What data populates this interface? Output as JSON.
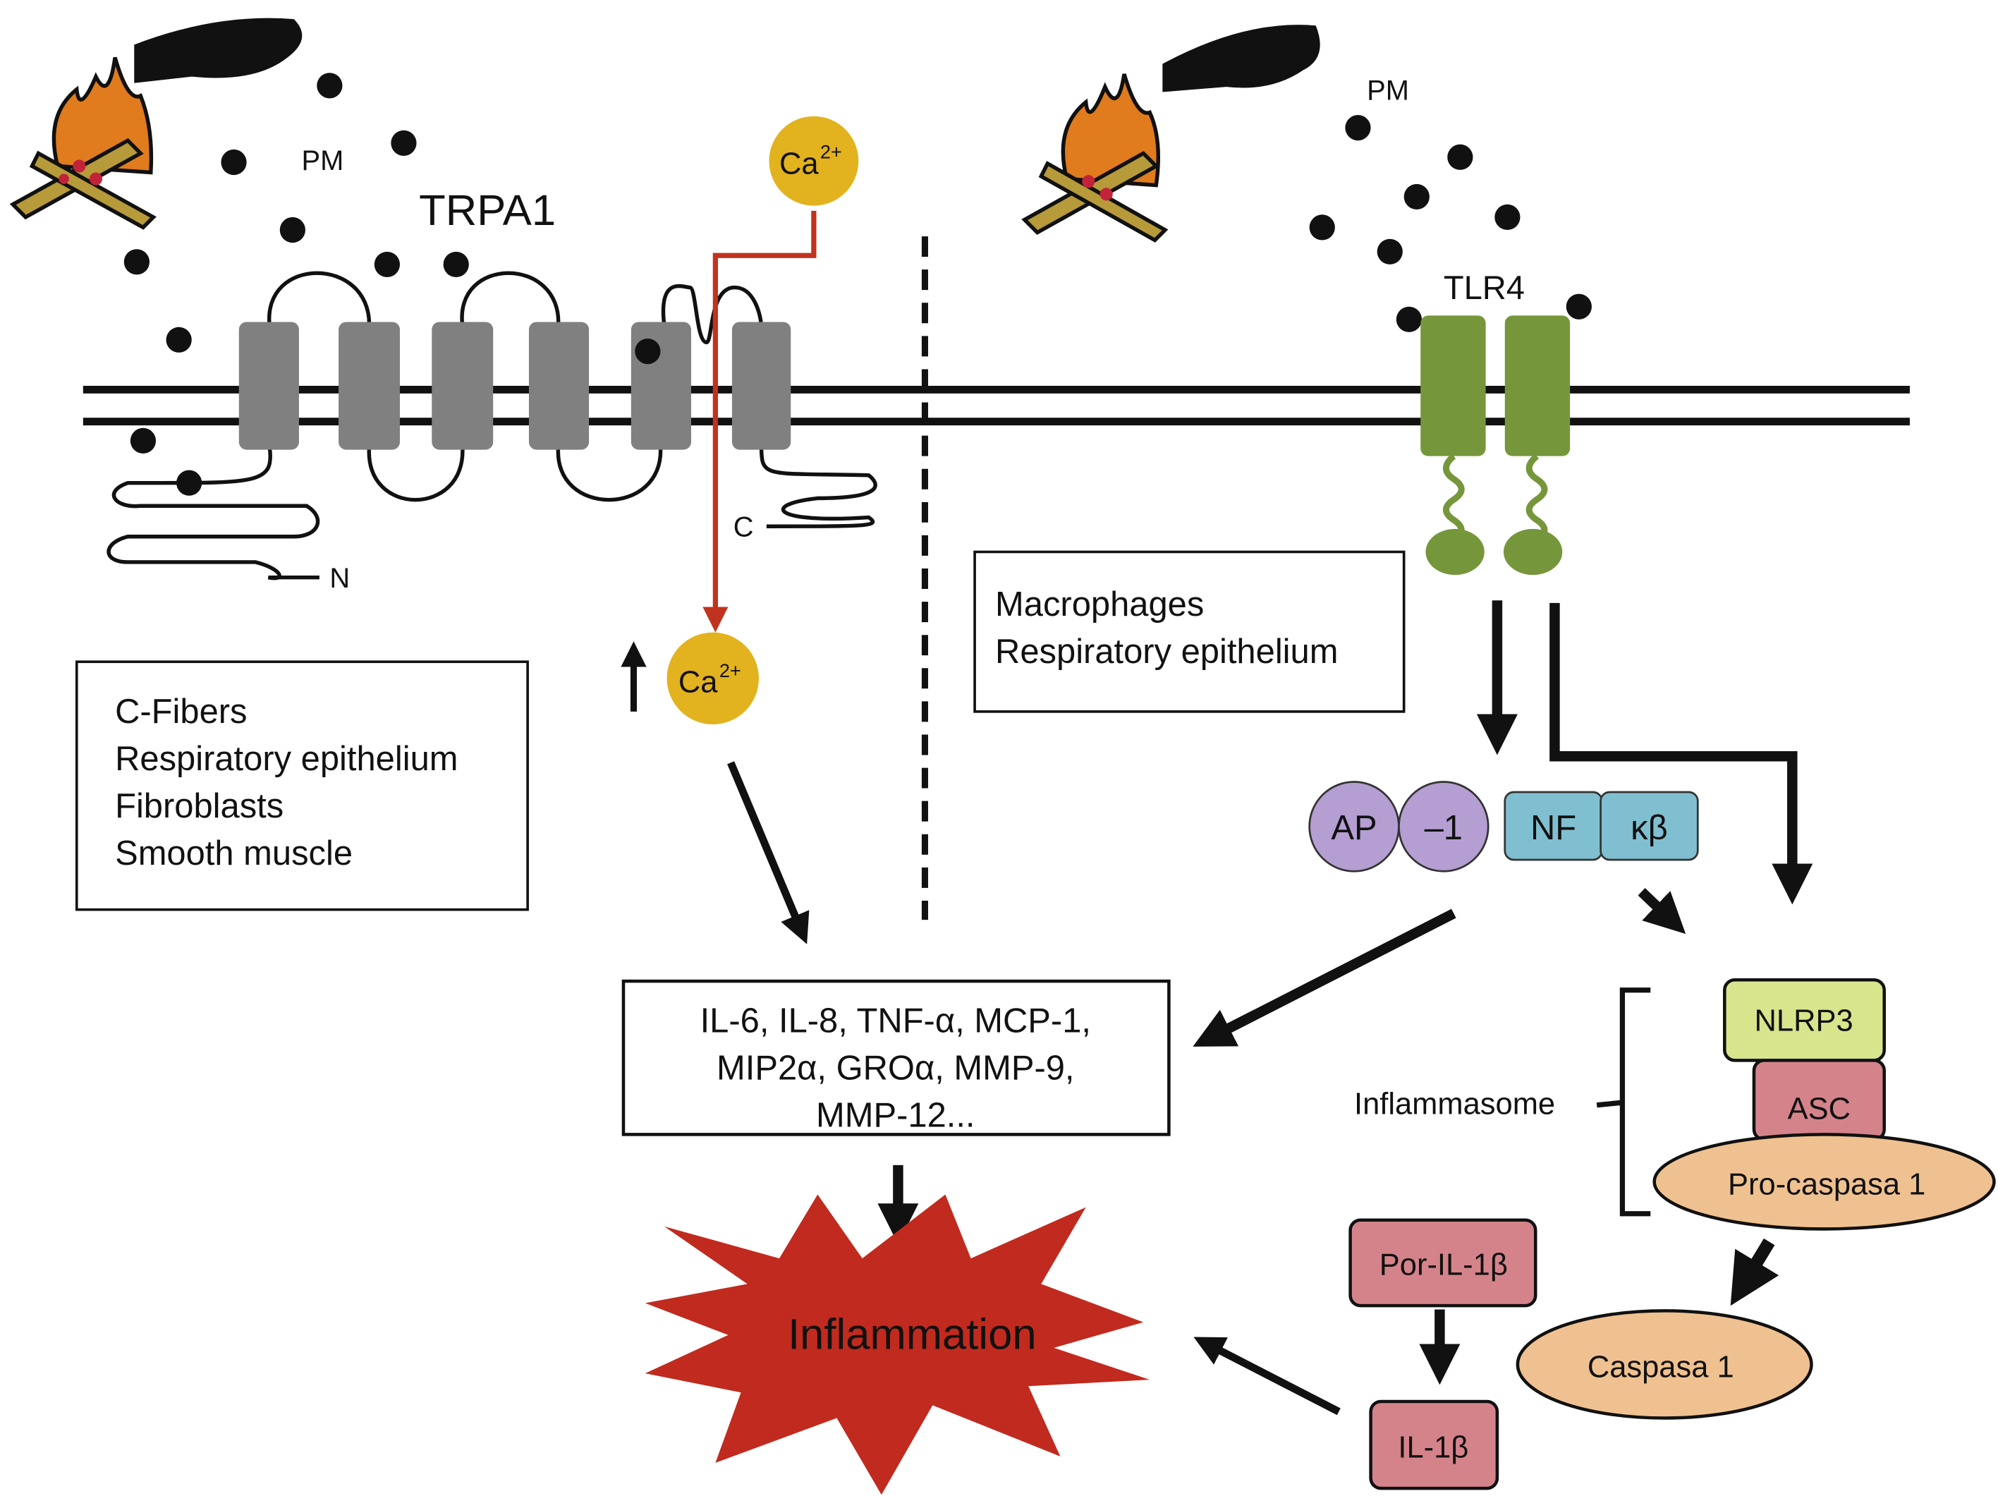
{
  "left_panel": {
    "pm_label": "PM",
    "receptor_label": "TRPA1",
    "n_terminus": "N",
    "c_terminus": "C",
    "calcium_outside": {
      "base": "Ca",
      "charge": "2+"
    },
    "calcium_inside": {
      "base": "Ca",
      "charge": "2+"
    },
    "cell_types": [
      "C-Fibers",
      "Respiratory epithelium",
      "Fibroblasts",
      "Smooth muscle"
    ]
  },
  "right_panel": {
    "pm_label": "PM",
    "receptor_label": "TLR4",
    "cell_types": [
      "Macrophages",
      "Respiratory epithelium"
    ],
    "ap1": [
      "AP",
      "–1"
    ],
    "nfkb": [
      "NF",
      "κβ"
    ],
    "inflammasome_label": "Inflammasome",
    "nlrp3": "NLRP3",
    "asc": "ASC",
    "pro_caspase": "Pro-caspasa 1",
    "caspase": "Caspasa 1",
    "pro_il1b": "Por-IL-1β",
    "il1b": "IL-1β"
  },
  "mediators": [
    "IL-6, IL-8, TNF-α, MCP-1,",
    "MIP2α, GROα, MMP-9,",
    "MMP-12..."
  ],
  "outcome": "Inflammation",
  "colors": {
    "calcium": "#e2b21f",
    "calcium_flow": "#c0331e",
    "trpa1": "#808080",
    "tlr4": "#76963b",
    "ap1": "#b49ed2",
    "nfkb": "#80bfd0",
    "nlrp3": "#d8e58c",
    "asc_il1b": "#d5838b",
    "caspase": "#f0c190",
    "inflammation": "#c12a1e"
  }
}
